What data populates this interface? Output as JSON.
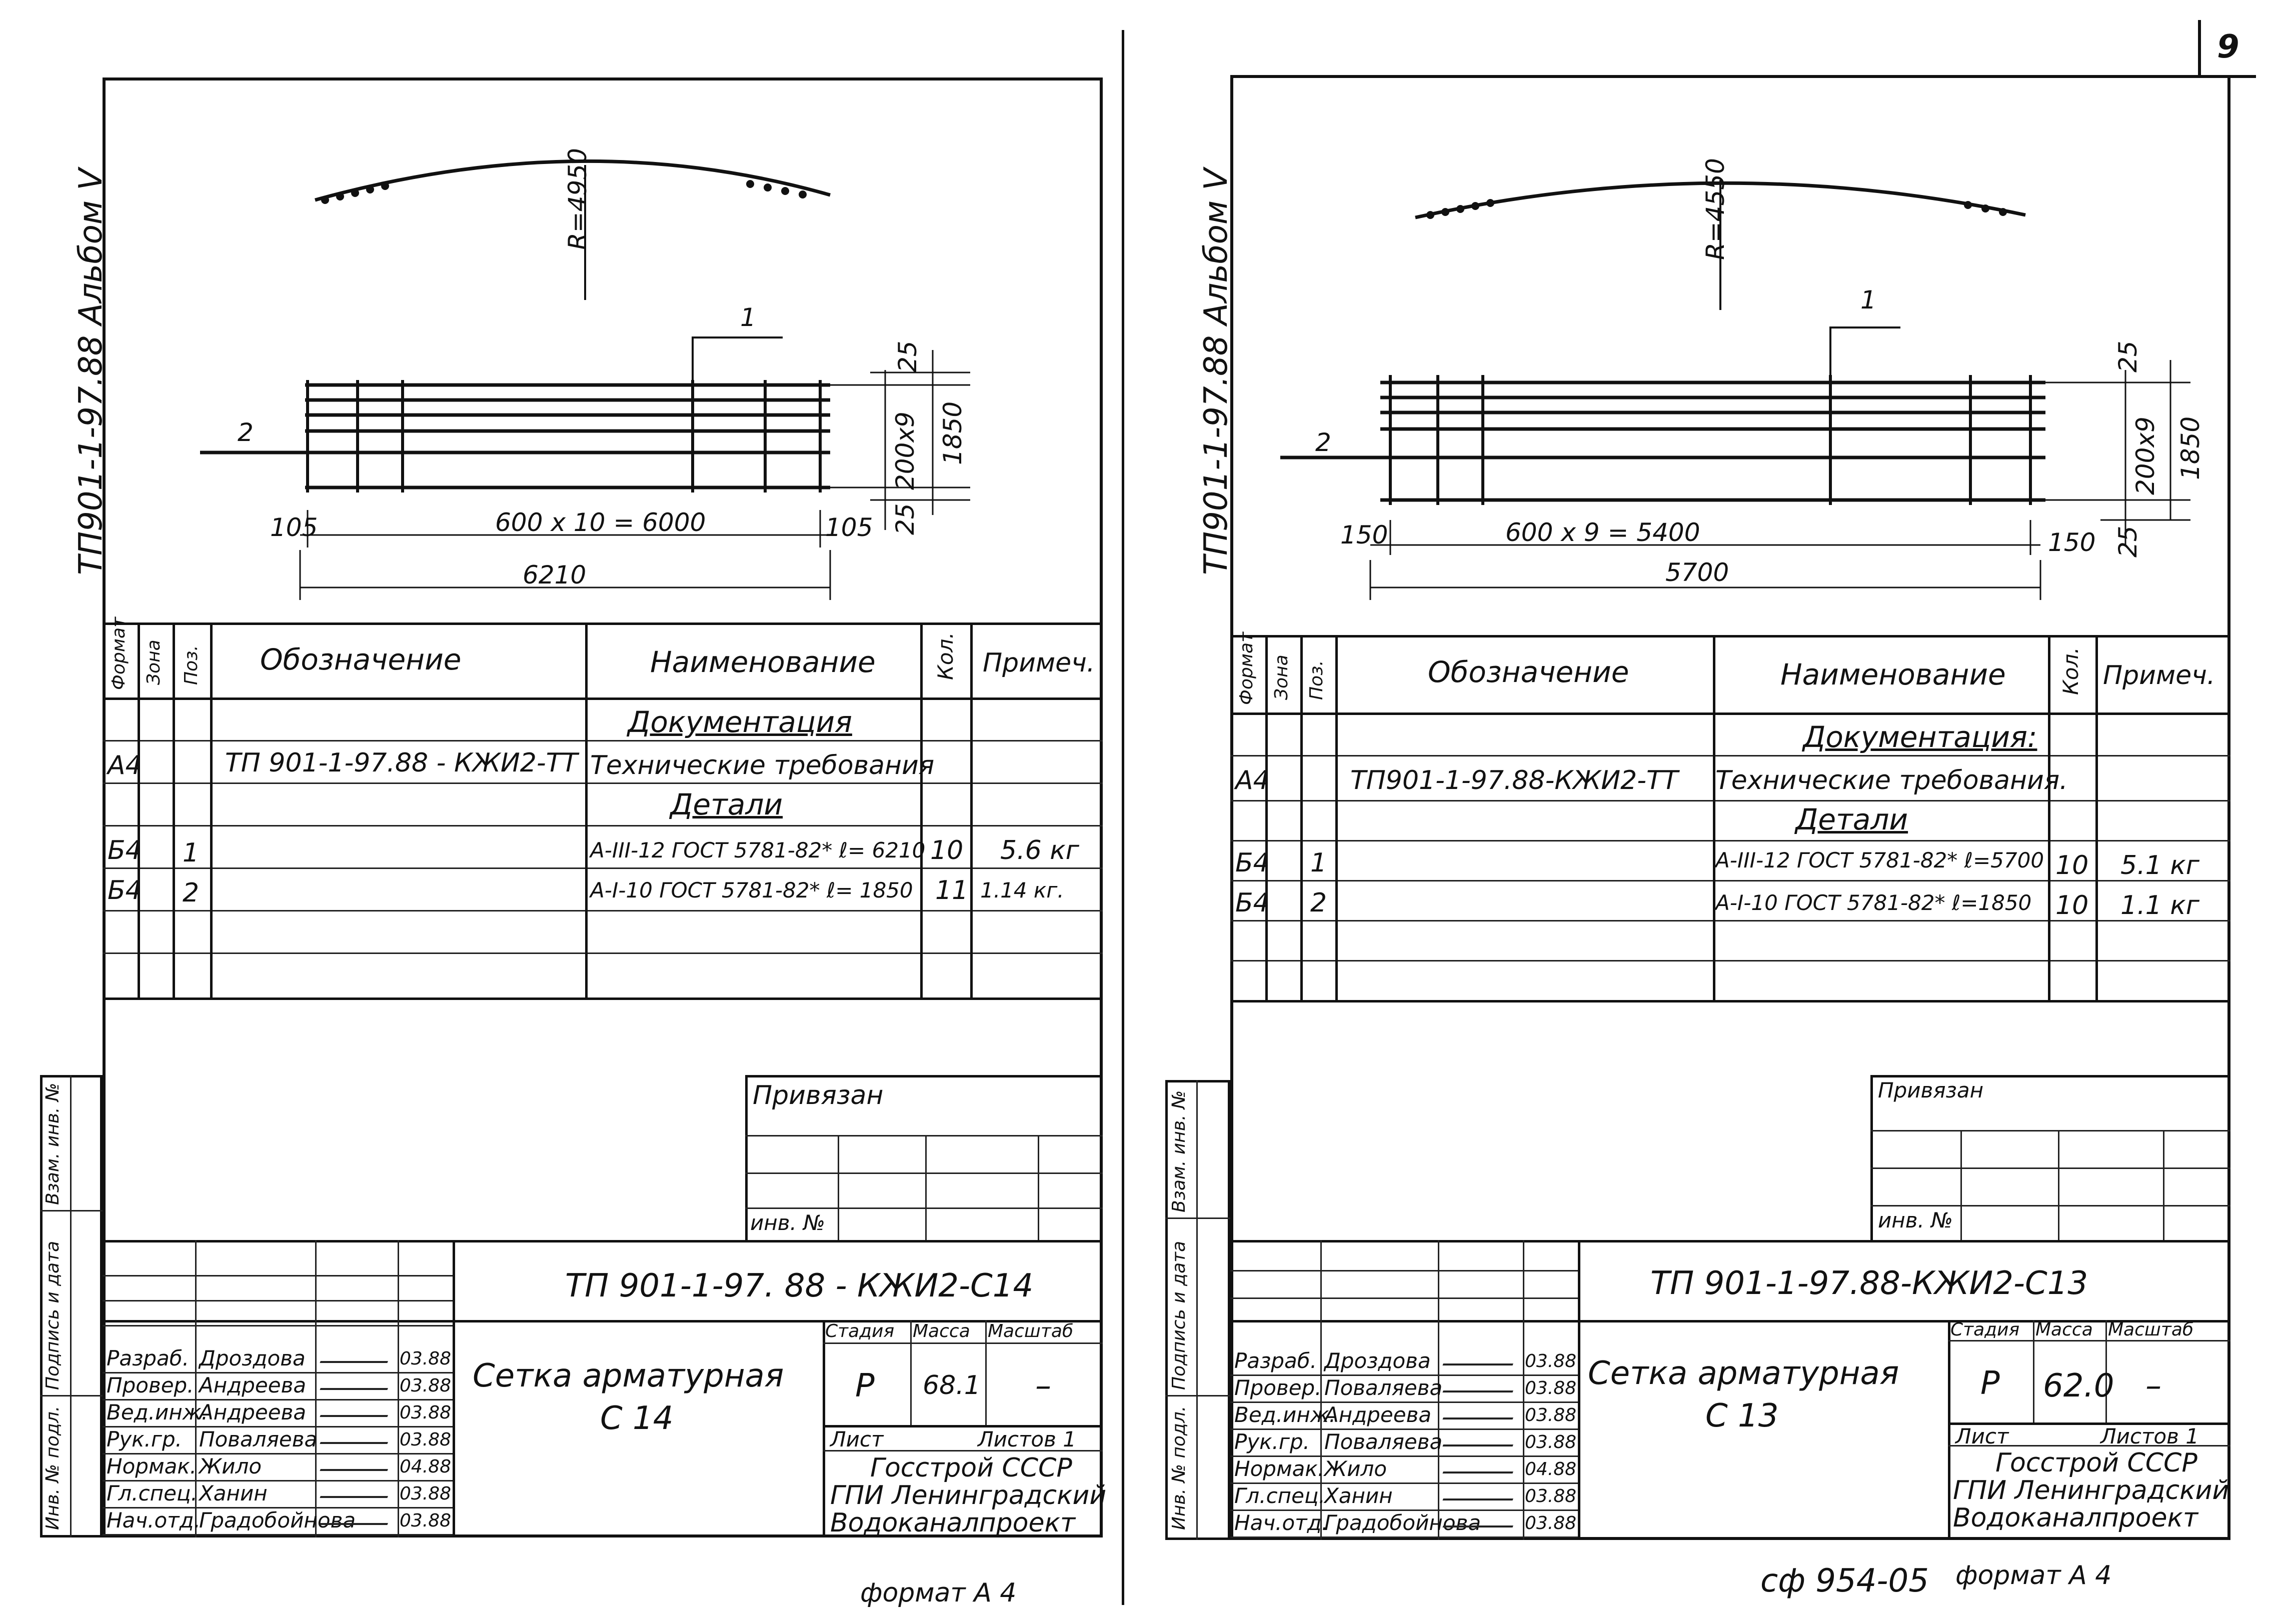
{
  "page_number": "9",
  "bottom_notes": {
    "code": "сф 954-05",
    "format_right": "формат А 4",
    "format_left": "формат А 4"
  },
  "sheets": [
    {
      "id": "left",
      "album": "ТП901-1-97.88 Альбом V",
      "side_labels": [
        "Инв. № подл.",
        "Подпись и дата",
        "Взам. инв. №"
      ],
      "drawing": {
        "radius": "R=4950",
        "callout_1": "1",
        "callout_2": "2",
        "dim_top": "25",
        "dim_mid": "200х9",
        "dim_right": "1850",
        "dim_bottom": "25",
        "dim_left_end": "105",
        "dim_right_end": "105",
        "dim_span": "600 х 10 = 6000",
        "dim_total": "6210"
      },
      "spec_headers": [
        "Формат",
        "Зона",
        "Поз.",
        "Обозначение",
        "Наименование",
        "Кол.",
        "Примеч."
      ],
      "spec_rows": [
        {
          "format": "",
          "zone": "",
          "pos": "",
          "designation": "",
          "name": "Документация",
          "qty": "",
          "note": "",
          "underline": true
        },
        {
          "format": "А4",
          "zone": "",
          "pos": "",
          "designation": "ТП 901-1-97.88 - КЖИ2-ТТ",
          "name": "Технические требования",
          "qty": "",
          "note": "",
          "underline": false
        },
        {
          "format": "",
          "zone": "",
          "pos": "",
          "designation": "",
          "name": "Детали",
          "qty": "",
          "note": "",
          "underline": true
        },
        {
          "format": "Б4",
          "zone": "",
          "pos": "1",
          "designation": "",
          "name": "А-III-12 ГОСТ 5781-82* ℓ= 6210",
          "qty": "10",
          "note": "5.6 кг",
          "underline": false
        },
        {
          "format": "Б4",
          "zone": "",
          "pos": "2",
          "designation": "",
          "name": "А-I-10 ГОСТ 5781-82* ℓ= 1850",
          "qty": "11",
          "note": "1.14 кг.",
          "underline": false
        }
      ],
      "privyazan": "Привязан",
      "inv_no": "инв. №",
      "doc_code": "ТП 901-1-97. 88 - КЖИ2-С14",
      "title": "Сетка арматурная",
      "title_sub": "С 14",
      "stage_headers": [
        "Стадия",
        "Масса",
        "Масштаб"
      ],
      "stage": "Р",
      "mass": "68.1",
      "scale": "–",
      "list": "Лист",
      "sheets_count": "Листов 1",
      "org": [
        "Госстрой СССР",
        "ГПИ Ленинградский",
        "Водоканалпроект"
      ],
      "signers": [
        {
          "role": "Разраб.",
          "name": "Дроздова",
          "date": "03.88"
        },
        {
          "role": "Провер.",
          "name": "Андреева",
          "date": "03.88"
        },
        {
          "role": "Вед.инж.",
          "name": "Андреева",
          "date": "03.88"
        },
        {
          "role": "Рук.гр.",
          "name": "Поваляева",
          "date": "03.88"
        },
        {
          "role": "Нормак.",
          "name": "Жило",
          "date": "04.88"
        },
        {
          "role": "Гл.спец.",
          "name": "Ханин",
          "date": "03.88"
        },
        {
          "role": "Нач.отд.",
          "name": "Градобойнова",
          "date": "03.88"
        }
      ]
    },
    {
      "id": "right",
      "album": "ТП901-1-97.88 Альбом V",
      "side_labels": [
        "Инв. № подл.",
        "Подпись и дата",
        "Взам. инв. №"
      ],
      "drawing": {
        "radius": "R=4550",
        "callout_1": "1",
        "callout_2": "2",
        "dim_top": "25",
        "dim_mid": "200х9",
        "dim_right": "1850",
        "dim_bottom": "25",
        "dim_left_end": "150",
        "dim_right_end": "150",
        "dim_span": "600 х 9 = 5400",
        "dim_total": "5700"
      },
      "spec_headers": [
        "Формат",
        "Зона",
        "Поз.",
        "Обозначение",
        "Наименование",
        "Кол.",
        "Примеч."
      ],
      "spec_rows": [
        {
          "format": "",
          "zone": "",
          "pos": "",
          "designation": "",
          "name": "Документация:",
          "qty": "",
          "note": "",
          "underline": true
        },
        {
          "format": "А4",
          "zone": "",
          "pos": "",
          "designation": "ТП901-1-97.88-КЖИ2-ТТ",
          "name": "Технические требования.",
          "qty": "",
          "note": "",
          "underline": false
        },
        {
          "format": "",
          "zone": "",
          "pos": "",
          "designation": "",
          "name": "Детали",
          "qty": "",
          "note": "",
          "underline": true
        },
        {
          "format": "Б4",
          "zone": "",
          "pos": "1",
          "designation": "",
          "name": "А-III-12 ГОСТ 5781-82* ℓ=5700",
          "qty": "10",
          "note": "5.1 кг",
          "underline": false
        },
        {
          "format": "Б4",
          "zone": "",
          "pos": "2",
          "designation": "",
          "name": "А-I-10 ГОСТ 5781-82* ℓ=1850",
          "qty": "10",
          "note": "1.1 кг",
          "underline": false
        }
      ],
      "privyazan": "Привязан",
      "inv_no": "инв. №",
      "doc_code": "ТП 901-1-97.88-КЖИ2-С13",
      "title": "Сетка арматурная",
      "title_sub": "С 13",
      "stage_headers": [
        "Стадия",
        "Масса",
        "Масштаб"
      ],
      "stage": "Р",
      "mass": "62.0",
      "scale": "–",
      "list": "Лист",
      "sheets_count": "Листов 1",
      "org": [
        "Госстрой СССР",
        "ГПИ Ленинградский",
        "Водоканалпроект"
      ],
      "signers": [
        {
          "role": "Разраб.",
          "name": "Дроздова",
          "date": "03.88"
        },
        {
          "role": "Провер.",
          "name": "Поваляева",
          "date": "03.88"
        },
        {
          "role": "Вед.инж.",
          "name": "Андреева",
          "date": "03.88"
        },
        {
          "role": "Рук.гр.",
          "name": "Поваляева",
          "date": "03.88"
        },
        {
          "role": "Нормак.",
          "name": "Жило",
          "date": "04.88"
        },
        {
          "role": "Гл.спец.",
          "name": "Ханин",
          "date": "03.88"
        },
        {
          "role": "Нач.отд.",
          "name": "Градобойнова",
          "date": "03.88"
        }
      ]
    }
  ]
}
